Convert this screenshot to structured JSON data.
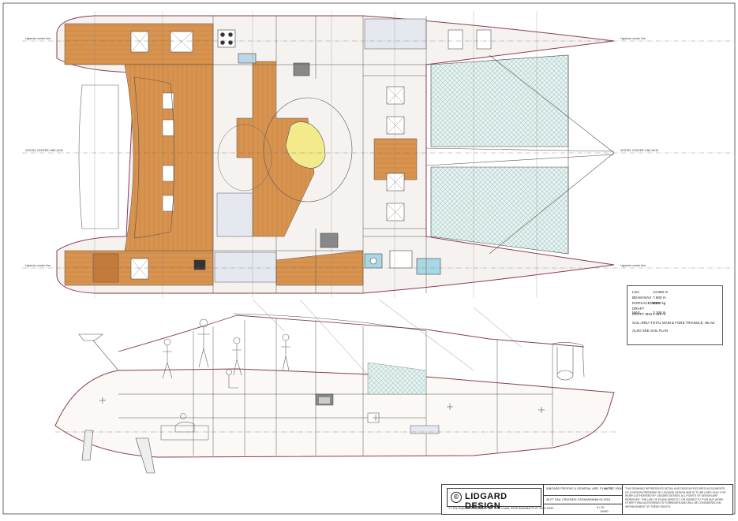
{
  "drawing": {
    "centerline_label": "VESSEL CENTER LINE AX32",
    "hull_centerline_label": "Hyperion center line",
    "specs": [
      {
        "label": "LOA",
        "value": "14.850 m"
      },
      {
        "label": "BEAM MAX",
        "value": "7.600 m"
      },
      {
        "label": "DISPLACEMENT",
        "value": "8500 kg"
      },
      {
        "label": "DRAFT MAX",
        "value": "2.165 m"
      },
      {
        "label": "DRAFT MIN",
        "value": "1.110 m"
      }
    ],
    "sail_area": {
      "label": "SAIL AREA TOTAL MAIN & FORE TRIANGLE",
      "value": "95 m2"
    },
    "sail_note": "ALSO SEE SAIL PLAN"
  },
  "title_block": {
    "copyright_symbol": "©",
    "company": "LIDGARD DESIGN",
    "address": "71 The Esplanade, Coomba Park, Gold Coast, 4226 Australia  Ph 07 5532 0930",
    "description": "INBOARD PROFILE & GENERAL ARR. PLAN 3TE 3008",
    "vessel": "48 FT SAIL CRUISING CATAMARAN",
    "scale": "N.T.S.",
    "date": "16.04.2016",
    "sheet": "3",
    "sheet_total": "20",
    "drawing_no": "14050",
    "note": "THIS DRAWING REPRESENTS DETAIL AND DESIGN FEATURES AS ELEMENTS OF A DESIGN PREPARED BY LIDGARD DESIGN AND IS TO BE USED ONLY FOR WORK AUTHORISED BY LIDGARD DESIGN. ALL POINTS OF DESIGN ARE RESERVED. THE USE OF PLANS DIRECTLY OR INDIRECTLY FOR ANY WORK OTHER THAN AUTHORISED IS FORBIDDEN AND WILL BE CONSIDERED AN INFRINGEMENT OF THESE RIGHTS."
  },
  "colors": {
    "wood": "#d8934f",
    "wood_dark": "#c47a38",
    "net": "#cfe3e2",
    "line": "#4a4a4a",
    "hull_outline": "#8a3c52",
    "cushion": "#f3ea8c",
    "water": "#a8d8e4"
  }
}
